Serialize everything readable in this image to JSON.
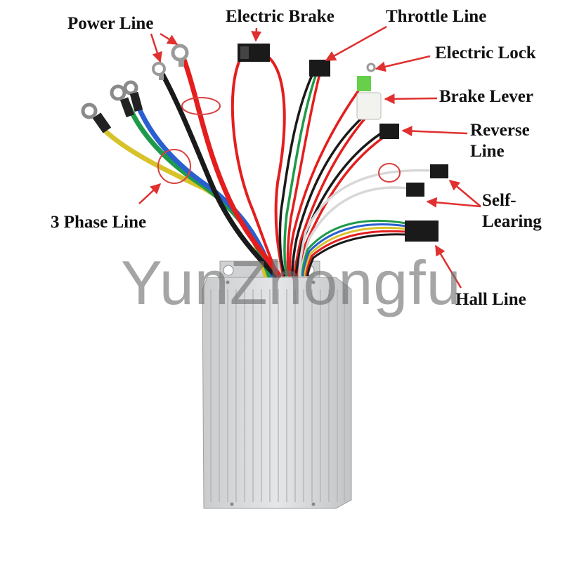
{
  "labels": {
    "power_line": "Power Line",
    "electric_brake": "Electric Brake",
    "throttle_line": "Throttle Line",
    "electric_lock": "Electric Lock",
    "brake_lever": "Brake Lever",
    "reverse_line_1": "Reverse",
    "reverse_line_2": "Line",
    "three_phase_line": "3 Phase Line",
    "self_learing_1": "Self-",
    "self_learing_2": "Learing",
    "hall_line": "Hall Line"
  },
  "watermark": "YunZhongfu",
  "colors": {
    "arrow": "#e03030",
    "circle": "#d94040",
    "controller_body": "#d6d8da",
    "wire_red": "#e41e1e",
    "wire_black": "#1a1a1a",
    "wire_yellow": "#d8c22a",
    "wire_green": "#1f9a4a",
    "wire_blue": "#2a5fd0",
    "wire_white": "#e8e8e8"
  }
}
